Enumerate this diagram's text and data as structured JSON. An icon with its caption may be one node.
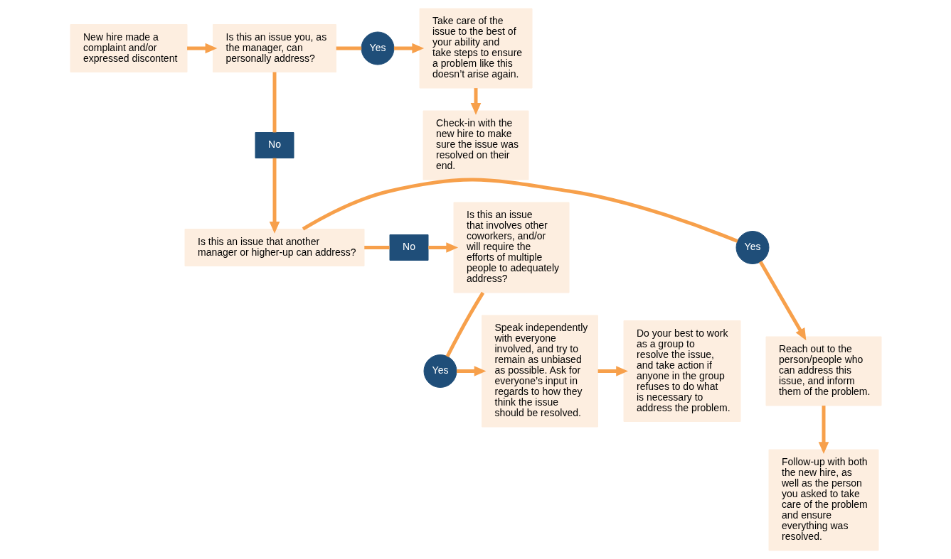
{
  "diagram": {
    "nodes": [
      {
        "text": [
          "New hire made a complaint and/or expressed discontent"
        ]
      },
      {
        "text": [
          "Is this an issue you, as the manager, can personally address?"
        ]
      },
      {
        "text": [
          "Yes"
        ]
      },
      {
        "text": [
          "Take care of the issue to the best of your ability and take steps to ensure a problem like this doesn’t arise again."
        ]
      },
      {
        "text": [
          "Check-in with the new hire to make sure the issue was resolved on their end."
        ]
      },
      {
        "text": [
          "No"
        ]
      },
      {
        "text": [
          "Is this an issue that another manager or higher-up can address?"
        ]
      },
      {
        "text": [
          "Yes"
        ]
      },
      {
        "text": [
          "Reach out to the person/people who can address this issue, and inform them of the problem."
        ]
      },
      {
        "text": [
          "Follow-up with both the new hire, as well as the person you asked to take care of the problem and ensure everything was resolved."
        ]
      },
      {
        "text": [
          "No"
        ]
      },
      {
        "text": [
          "Is this an issue that involves other coworkers, and/or will require the efforts of multiple people to adequately address?"
        ]
      },
      {
        "text": [
          "Yes"
        ]
      },
      {
        "text": [
          "Speak independently with everyone involved, and try to remain as unbiased as possible. Ask for everyone’s input in regards to how they think the issue should be resolved."
        ]
      },
      {
        "text": [
          "Do your best to work as a group to resolve the issue, and take action if anyone in the group refuses to do what is necessary to address the problem."
        ]
      }
    ],
    "edges": [
      {
        "from": 0,
        "to": 1,
        "arrow": "to"
      },
      {
        "from": 1,
        "to": 2,
        "arrow": "none"
      },
      {
        "from": 2,
        "to": 3,
        "arrow": "to"
      },
      {
        "from": 3,
        "to": 4,
        "arrow": "to"
      },
      {
        "from": 1,
        "to": 5,
        "arrow": "none"
      },
      {
        "from": 5,
        "to": 6,
        "arrow": "to"
      },
      {
        "from": 6,
        "to": 7,
        "arrow": "none"
      },
      {
        "from": 7,
        "to": 8,
        "arrow": "to"
      },
      {
        "from": 8,
        "to": 9,
        "arrow": "to"
      },
      {
        "from": 6,
        "to": 10,
        "arrow": "none"
      },
      {
        "from": 10,
        "to": 11,
        "arrow": "to"
      },
      {
        "from": 11,
        "to": 12,
        "arrow": "none"
      },
      {
        "from": 12,
        "to": 13,
        "arrow": "to"
      },
      {
        "from": 13,
        "to": 14,
        "arrow": "to"
      }
    ]
  }
}
